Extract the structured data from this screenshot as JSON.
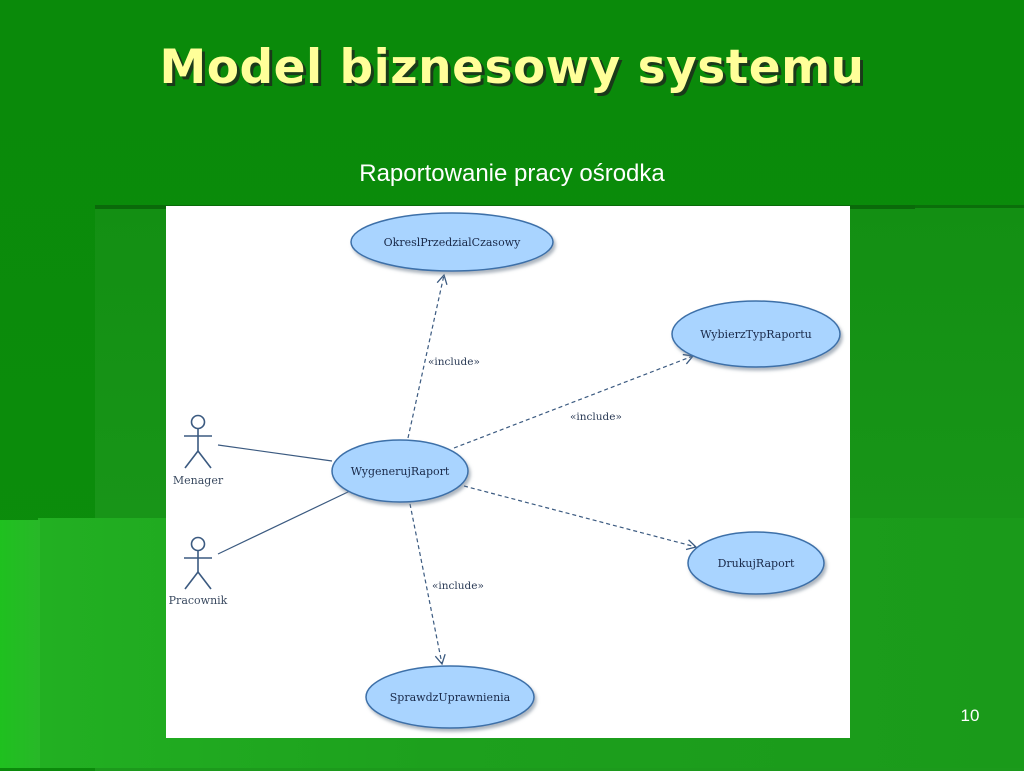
{
  "slide": {
    "title": "Model biznesowy systemu",
    "subtitle": "Raportowanie pracy ośrodka",
    "page_number": "10"
  },
  "diagram": {
    "actors": [
      {
        "id": "menager",
        "label": "Menager"
      },
      {
        "id": "pracownik",
        "label": "Pracownik"
      }
    ],
    "use_cases": [
      {
        "id": "okresl",
        "label": "OkreslPrzedzialCzasowy"
      },
      {
        "id": "wybierz",
        "label": "WybierzTypRaportu"
      },
      {
        "id": "wygeneruj",
        "label": "WygenerujRaport"
      },
      {
        "id": "drukuj",
        "label": "DrukujRaport"
      },
      {
        "id": "sprawdz",
        "label": "SprawdzUprawnienia"
      }
    ],
    "relations": [
      {
        "from": "menager",
        "to": "wygeneruj",
        "type": "association"
      },
      {
        "from": "pracownik",
        "to": "wygeneruj",
        "type": "association"
      },
      {
        "from": "wygeneruj",
        "to": "okresl",
        "type": "include",
        "label": "«include»"
      },
      {
        "from": "wygeneruj",
        "to": "wybierz",
        "type": "include",
        "label": "«include»"
      },
      {
        "from": "wygeneruj",
        "to": "drukuj",
        "type": "dependency"
      },
      {
        "from": "wygeneruj",
        "to": "sprawdz",
        "type": "include",
        "label": "«include»"
      }
    ],
    "colors": {
      "usecase_fill": "#a9d4ff",
      "usecase_stroke": "#3d6fa8",
      "line": "#3b5a80"
    }
  }
}
